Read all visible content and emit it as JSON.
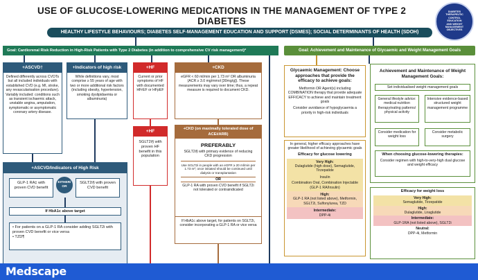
{
  "title": "USE OF GLUCOSE-LOWERING MEDICATIONS IN THE MANAGEMENT OF TYPE 2 DIABETES",
  "banner": "HEALTHY LIFESTYLE BEHAVIOURS; DIABETES SELF-MANAGEMENT EDUCATION AND SUPPORT (DSMES); SOCIAL DETERMINANTS OF HEALTH (SDOH)",
  "logo_lines": [
    "DIABETES",
    "THERAPEUTIC",
    "CONTROL",
    "EDUCATION",
    "AND WEIGHT",
    "MANAGEMENT",
    "OBJECTIVES"
  ],
  "left_goal": "Goal: Cardiorenal Risk Reduction in High-Risk Patients with Type 2 Diabetes (in addition to comprehensive CV risk management)*",
  "right_goal": "Goal: Achievement and Maintenance of Glycaemic and Weight Management Goals",
  "ascvd": {
    "title": "+ASCVD†",
    "text": "Defined differently across CVOTs but all included individuals with established CVD (e.g. MI, stroke, any revascularisation procedure). Variably included: conditions such as transient ischaemic attack, unstable angina, amputation, symptomatic or asymptomatic coronary artery disease."
  },
  "indicators": {
    "title": "+Indicators of high risk",
    "text": "While definitions vary, most comprise ≥ 55 years of age with two or more additional risk factors (including obesity, hypertension, smoking dyslipidaemia or albuminuria)"
  },
  "hf": {
    "title": "+HF",
    "text": "Current or prior symptoms of HF with documented HFrEF or HFpEF"
  },
  "hf2": {
    "title": "+HF",
    "text": "SGLT2i§ with proven HF benefit in this population"
  },
  "ckd": {
    "title": "+CKD",
    "text": "eGFR < 60 ml/min per 1.73 m² OR albuminuria (ACR ≥ 3.0 mg/mmol [30mg/g]). These measurements may vary over time; thus, a repeat measure is required to document CKD."
  },
  "ckd2": {
    "title": "+CKD (on maximally tolerated dose of ACEi/ARB)",
    "preferably": "PREFERABLY",
    "line1": "SGLT2i§ with primary evidence of reducing CKD progression",
    "line2": "Use SGLT2i in people with an eGFR ≥ 20 ml/min per 1.73 m²; once initiated should be continued until dialysis or transplantation",
    "or": "OR",
    "line3": "GLP-1 RA with proven CVD benefit if SGLT2i not tolerated or contraindicated",
    "line4": "If HbA1c above target, for patients on SGLT2i, consider incorporating a GLP-1 RA or vice versa"
  },
  "ascvd_box": {
    "title": "+ASCVD/Indicators of High Risk",
    "glp1": "GLP-1 RA‡ with proven CVD benefit",
    "either": "EITHER/ OR",
    "sglt2": "SGLT2i§ with proven CVD benefit",
    "hba1c": "If HbA1c above target",
    "bullet1": "For patients on a GLP-1 RA consider adding SGLT2i with proven CVD benefit or vice versa",
    "bullet2": "TZD¶"
  },
  "glycaemic": {
    "title": "Glycaemic Management: Choose approaches that provide the efficacy to achieve goals:",
    "text1": "Metformin OR Agent(s) including COMBINATION therapy that provide adequate EFFICACY to achieve and maintain treatment goals",
    "text2": "Consider avoidance of hypoglycaemia a priority in high-risk individuals",
    "general": "In general, higher efficacy approaches have greater likelihood of achieving glycaemic goals",
    "efficacy_title": "Efficacy for glucose lowering",
    "very_high_label": "Very High:",
    "very_high": "Dulaglutide (high dose), Semaglutide, Tirzepatide",
    "insulin": "Insulin",
    "combination": "Combination Oral, Combination Injectable (GLP-1 RA/Insulin)",
    "high_label": "High:",
    "high": "GLP-1 RA (not listed above), Metformin, SGLT2i, Sulfonylurea, TZD",
    "intermediate_label": "Intermediate:",
    "intermediate": "DPP-4i"
  },
  "weight": {
    "title": "Achievement and Maintenance of Weight Management Goals:",
    "set": "Set individualised weight management goals",
    "lifestyle": "General lifestyle advice: medical nutrition therapy/eating patterns/ physical activity",
    "intensive": "Intensive evidence-based structured weight management programme",
    "medication": "Consider medication for weight loss",
    "surgery": "Consider metabolic surgery",
    "choosing": "When choosing glucose-lowering therapies:",
    "regimen": "Consider regimen with high-to-very-high dual glucose and weight efficacy",
    "efficacy_title": "Efficacy for weight loss",
    "very_high_label": "Very High:",
    "very_high": "Semaglutide, Tirzepatide",
    "high_label": "High:",
    "high": "Dulaglutide, Liraglutide",
    "intermediate_label": "Intermediate:",
    "intermediate": "GLP-1RA (not listed above), SGLT2i",
    "neutral_label": "Neutral:",
    "neutral": "DPP-4i, Metformin"
  },
  "footer": "Medscape"
}
